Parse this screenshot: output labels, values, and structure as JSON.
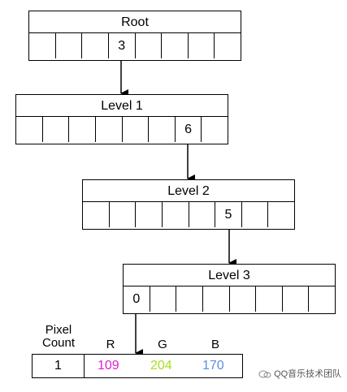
{
  "root": {
    "title": "Root",
    "cells": [
      "",
      "",
      "",
      "3",
      "",
      "",
      "",
      ""
    ]
  },
  "level1": {
    "title": "Level 1",
    "cells": [
      "",
      "",
      "",
      "",
      "",
      "",
      "6",
      ""
    ]
  },
  "level2": {
    "title": "Level 2",
    "cells": [
      "",
      "",
      "",
      "",
      "",
      "5",
      "",
      ""
    ]
  },
  "level3": {
    "title": "Level 3",
    "cells": [
      "0",
      "",
      "",
      "",
      "",
      "",
      "",
      ""
    ]
  },
  "leaf": {
    "pixel_count_label": "Pixel Count",
    "r_label": "R",
    "g_label": "G",
    "b_label": "B",
    "count": "1",
    "r": "109",
    "g": "204",
    "b": "170",
    "r_color": "#e020d0",
    "g_color": "#a8e020",
    "b_color": "#5a8ee0"
  },
  "watermark": {
    "text": "QQ音乐技术团队"
  }
}
